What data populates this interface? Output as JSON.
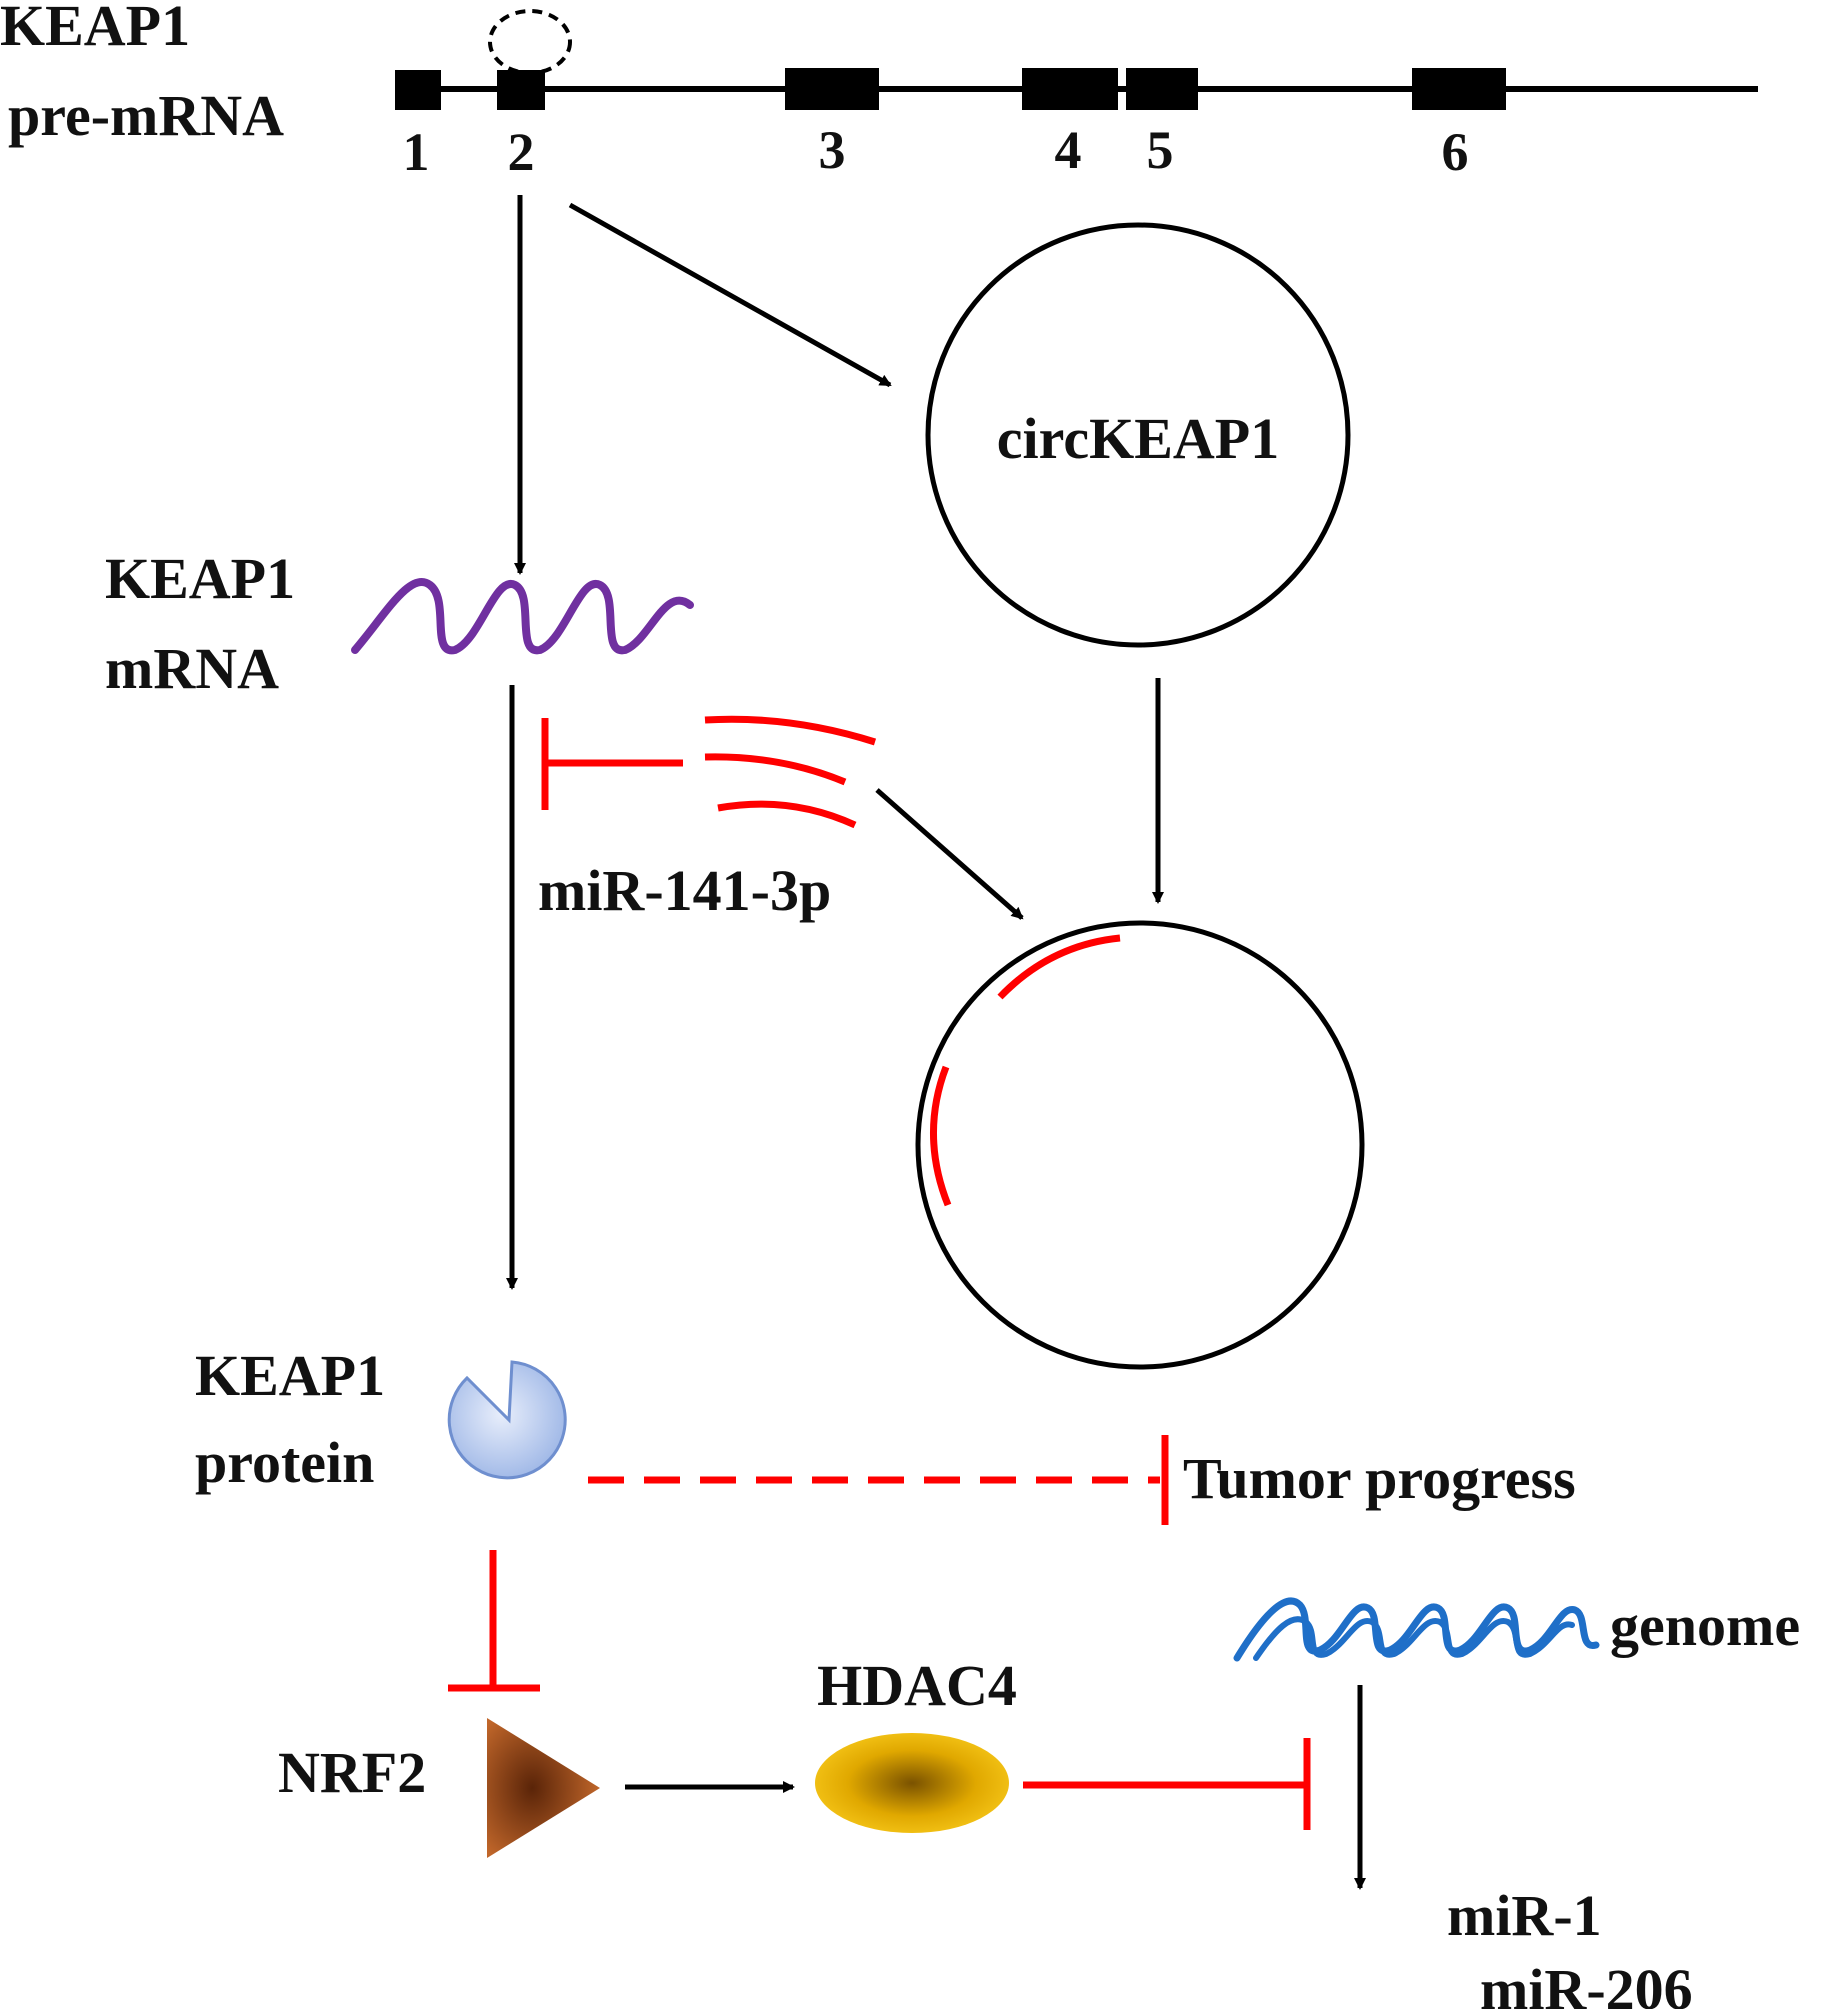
{
  "labels": {
    "pre_mrna_line1": "KEAP1",
    "pre_mrna_line2": "pre-mRNA",
    "circ": "circKEAP1",
    "mrna_line1": "KEAP1",
    "mrna_line2": "mRNA",
    "mirna": "miR-141-3p",
    "protein_line1": "KEAP1",
    "protein_line2": "protein",
    "tumor": "Tumor progress",
    "genome": "genome",
    "nrf2": "NRF2",
    "hdac4": "HDAC4",
    "mir1": "miR-1",
    "mir206": "miR-206"
  },
  "exons": [
    "1",
    "2",
    "3",
    "4",
    "5",
    "6"
  ],
  "colors": {
    "line": "#000000",
    "inhibit": "#ff0000",
    "mrna": "#7030a0",
    "genome": "#1f6fc8",
    "protein_fill": "#b4c7e7",
    "protein_stroke": "#5b7fc4",
    "nrf2_fill": "#a0522d",
    "hdac4_fill": "#f0b400"
  }
}
